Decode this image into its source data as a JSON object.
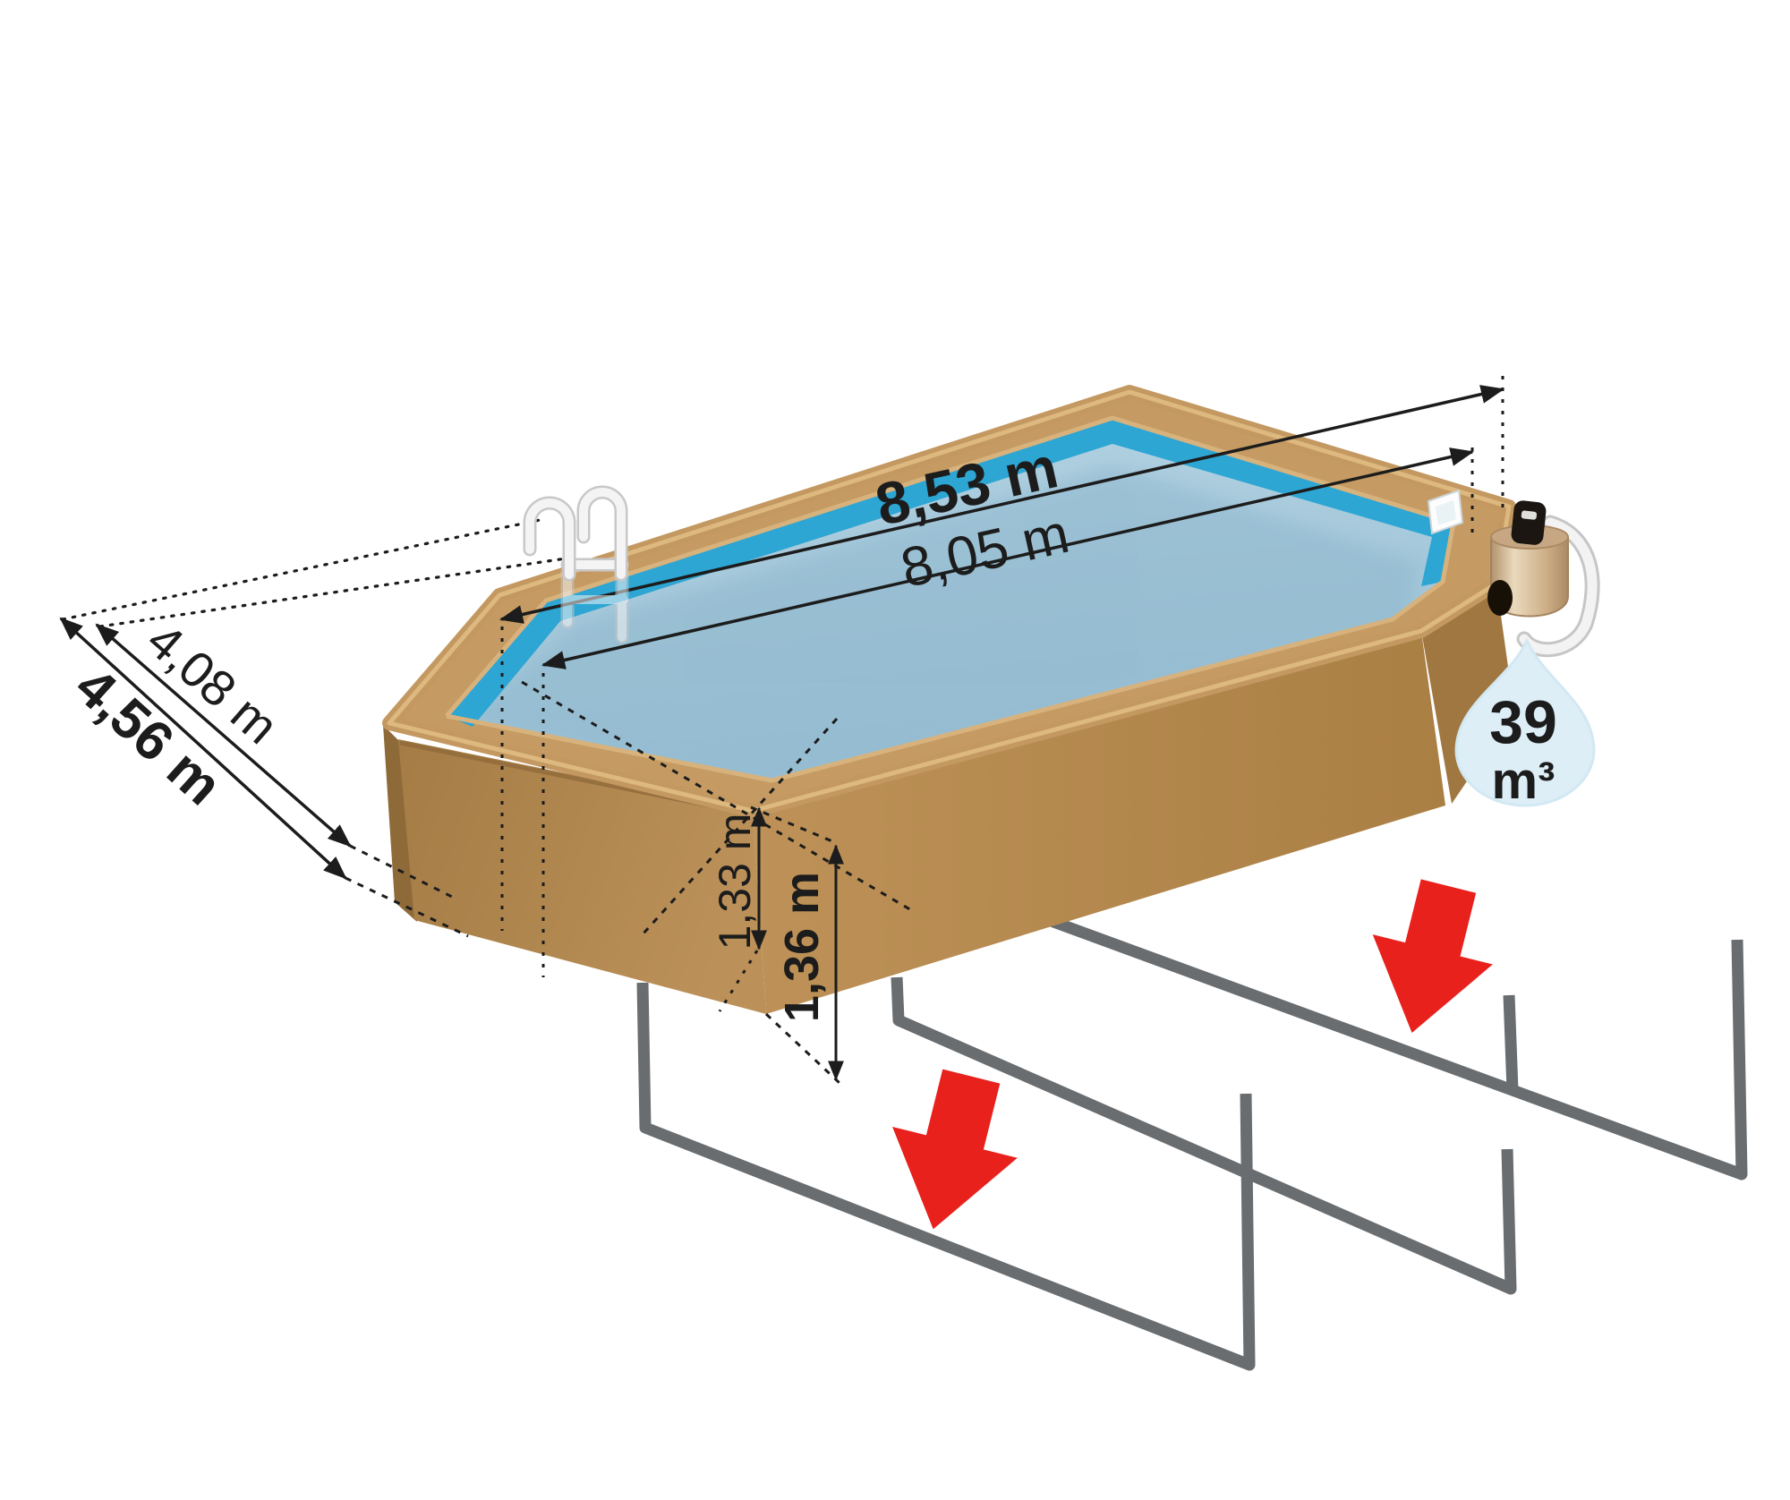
{
  "diagram": {
    "title": "Octagonal above-ground wooden pool dimensions diagram",
    "dimensions": {
      "outer_length": "8,53 m",
      "inner_length": "8,05 m",
      "inner_width": "4,08 m",
      "outer_width": "4,56 m",
      "inner_height": "1,33 m",
      "outer_height": "1,36 m"
    },
    "volume_badge": {
      "value": "39",
      "unit": "m³"
    },
    "colors": {
      "wood_rim": "#c59b63",
      "wood_wall_light": "#bb8f55",
      "wood_wall_dark": "#a07a42",
      "waterline": "#2da6d4",
      "water": "#a6c9db",
      "drop_fill": "#ddeef7",
      "drop_text": "#8cb7c9",
      "arrow_red": "#e8211d",
      "frame_gray": "#696d70",
      "dimension_text": "#1c1c1c"
    }
  }
}
